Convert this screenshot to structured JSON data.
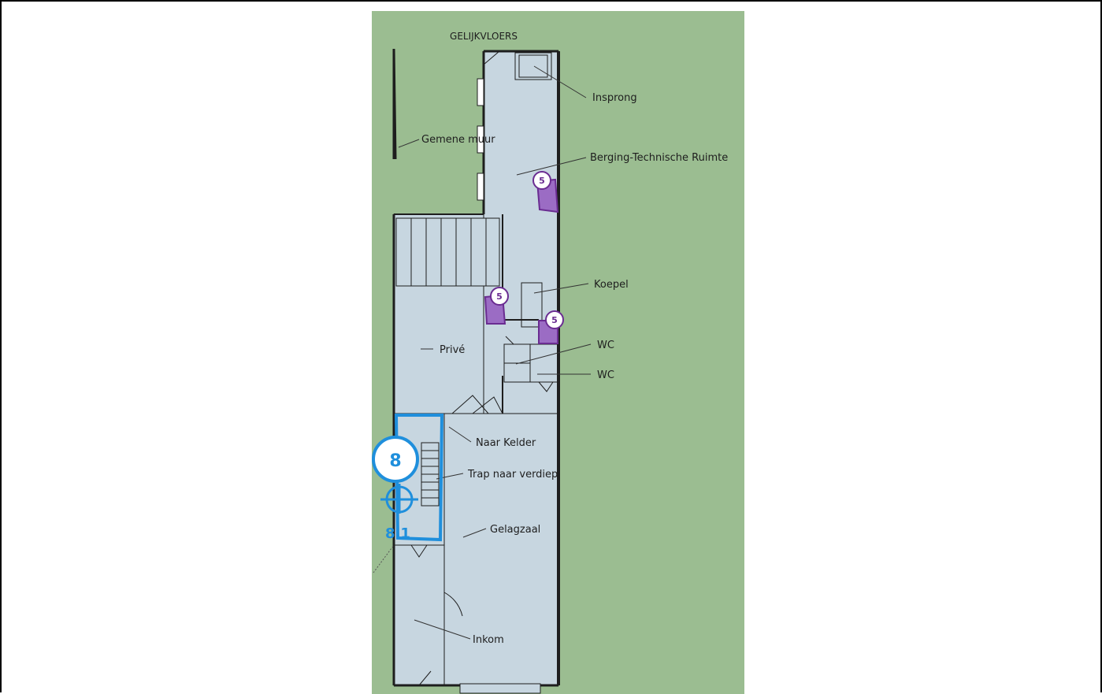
{
  "plan": {
    "title": "GELIJKVLOERS",
    "labels": {
      "insprong": "Insprong",
      "gemene_muur": "Gemene muur",
      "berging": "Berging-Technische Ruimte",
      "koepel": "Koepel",
      "wc1": "WC",
      "wc2": "WC",
      "prive": "Privé",
      "naar_kelder": "Naar Kelder",
      "trap": "Trap naar verdiep",
      "gelagzaal": "Gelagzaal",
      "inkom": "Inkom"
    },
    "markers": {
      "purple_badge_1": "5",
      "purple_badge_2": "5",
      "purple_badge_3": "5",
      "camera_badge": "8",
      "camera_sub": "8.1"
    },
    "colors": {
      "background": "#9bbd91",
      "room": "#c7d6e0",
      "wall": "#1e1e1e",
      "marker_purple": "#6a2c91",
      "marker_purple_fill": "#9b6cc4",
      "camera_blue": "#1f8fdc"
    }
  }
}
